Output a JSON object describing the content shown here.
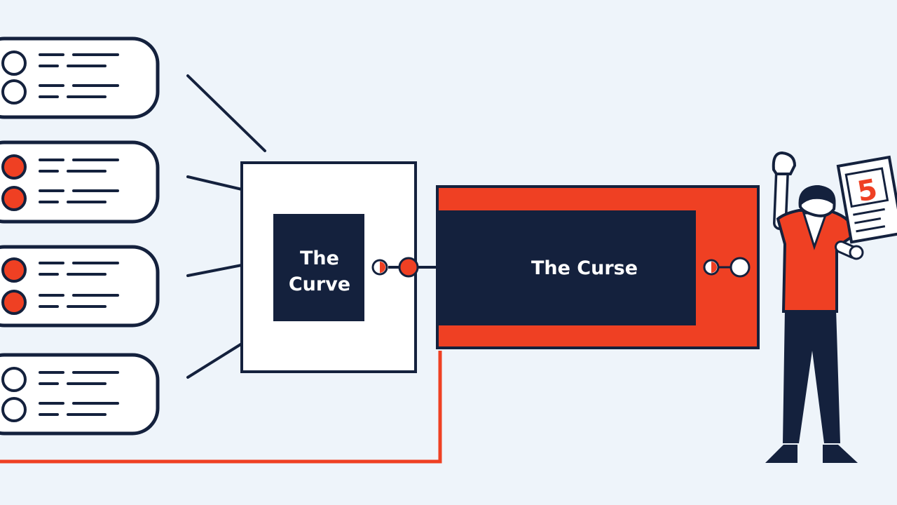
{
  "diagram": {
    "curve_box": {
      "line1": "The",
      "line2": "Curve"
    },
    "curse_box": {
      "label": "The Curse"
    },
    "sheet": {
      "number": "5"
    },
    "list_cards": [
      {
        "markers": [
          "outline",
          "outline"
        ]
      },
      {
        "markers": [
          "filled",
          "filled"
        ]
      },
      {
        "markers": [
          "filled",
          "filled"
        ]
      },
      {
        "markers": [
          "outline",
          "outline"
        ]
      }
    ],
    "colors": {
      "background": "#eef4fa",
      "navy": "#14213d",
      "accent": "#ef4023",
      "white": "#ffffff"
    }
  }
}
